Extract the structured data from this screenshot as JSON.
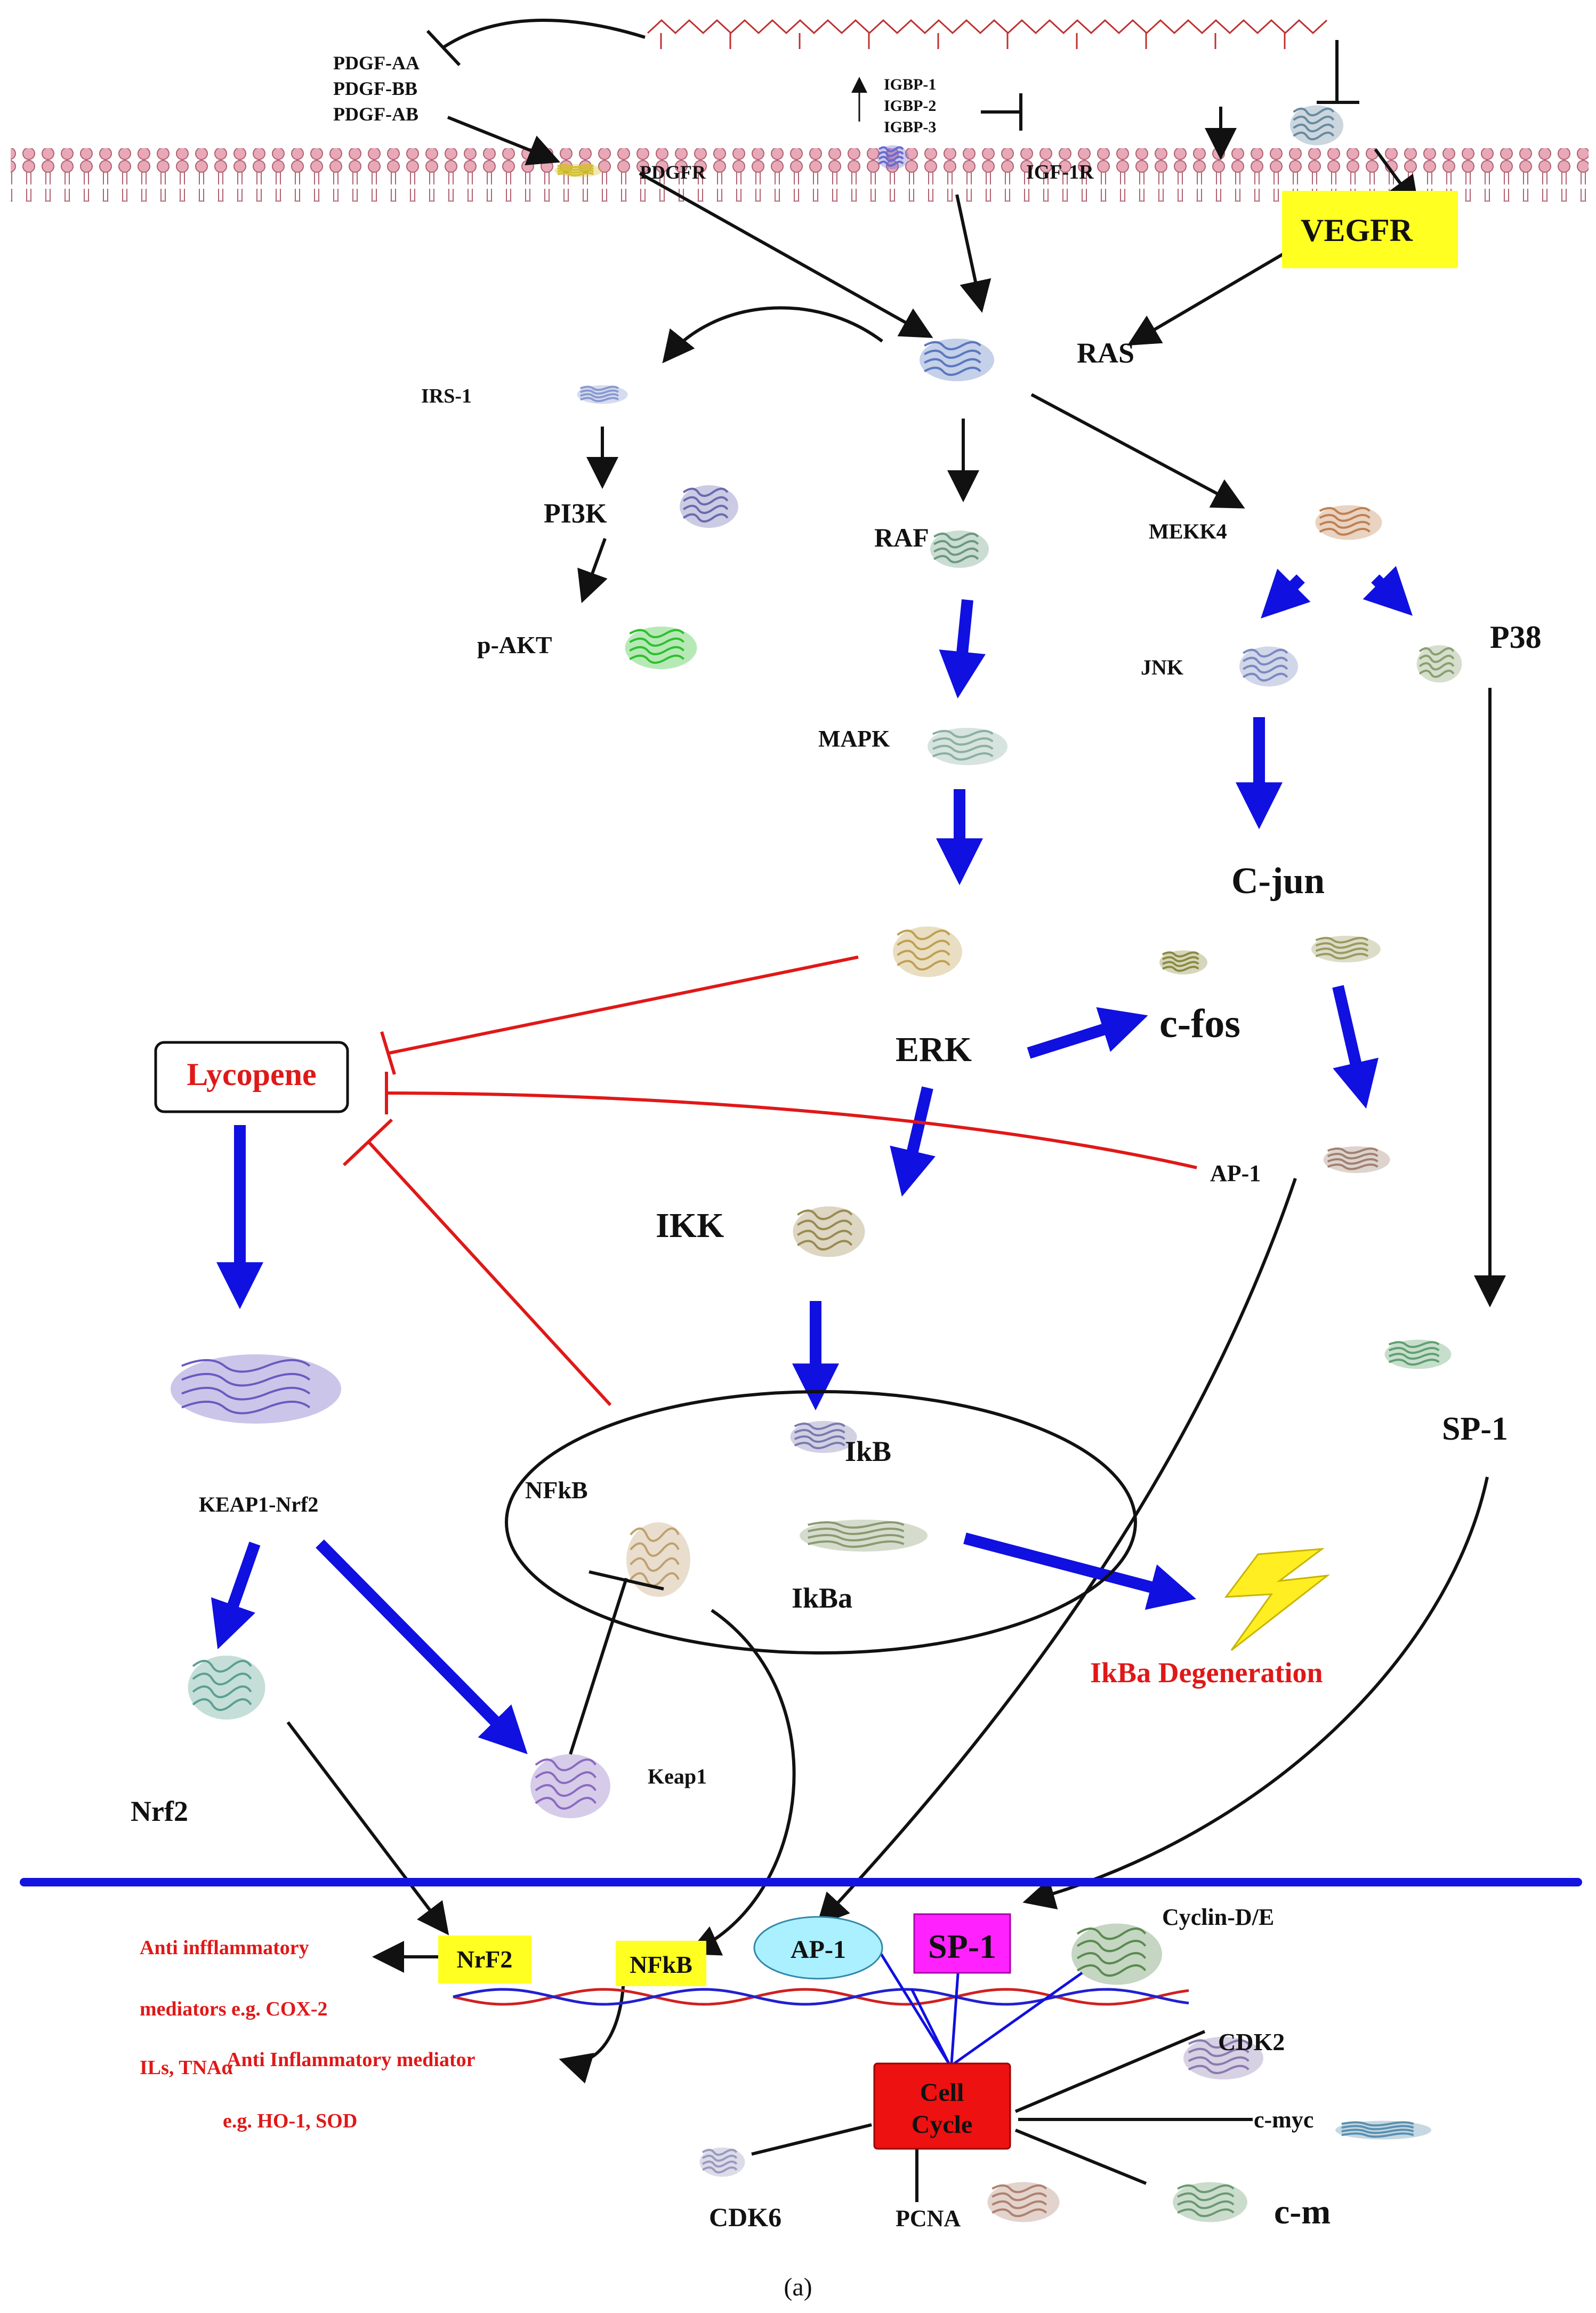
{
  "labels": {
    "pdgf_aa": "PDGF-AA",
    "pdgf_bb": "PDGF-BB",
    "pdgf_ab": "PDGF-AB",
    "pdgfr": "PDGFR",
    "igbp1": "IGBP-1",
    "igbp2": "IGBP-2",
    "igbp3": "IGBP-3",
    "igf1r": "IGF-1R",
    "vegfr": "VEGFR",
    "ras": "RAS",
    "irs1": "IRS-1",
    "pi3k": "PI3K",
    "pakt": "p-AKT",
    "raf": "RAF",
    "mekk4": "MEKK4",
    "jnk": "JNK",
    "p38": "P38",
    "mapk": "MAPK",
    "cjun": "C-jun",
    "cfos": "c-fos",
    "erk": "ERK",
    "lycopene": "Lycopene",
    "ap1": "AP-1",
    "ikk": "IKK",
    "sp1": "SP-1",
    "ikb": "IkB",
    "nfkb": "NFkB",
    "ikba": "IkBa",
    "keap1_nrf2": "KEAP1-Nrf2",
    "ikba_degeneration": "IkBa Degeneration",
    "nrf2": "Nrf2",
    "keap1": "Keap1",
    "nrf2_box": "NrF2",
    "nfkb_box": "NFkB",
    "ap1_ellipse": "AP-1",
    "sp1_box": "SP-1",
    "cyclin": "Cyclin-D/E",
    "anti_line1": "Anti infflammatory",
    "anti_line2": "mediators e.g. COX-2",
    "anti_line3a": "ILs, TNAα",
    "anti_line3b": "Anti Inflammatory mediator",
    "anti_line4": "e.g. HO-1, SOD",
    "cell_cycle_1": "Cell",
    "cell_cycle_2": "Cycle",
    "cdk2": "CDK2",
    "cmyc": "c-myc",
    "cdk6": "CDK6",
    "pcna": "PCNA",
    "cm": "c-m",
    "caption": "(a)"
  },
  "colors": {
    "blue_arrow": "#1010e0",
    "red_inhibit": "#e01818",
    "black": "#111111",
    "yellow_box": "#ffff22",
    "magenta_box": "#ff22ff",
    "cyan_ellipse": "#aaf0ff",
    "cell_cycle_box": "#ee1111",
    "membrane": "#e0a0b0",
    "nuclear_membrane": "#1414e0",
    "lightning": "#ffee22"
  },
  "icons": [
    "lycopene-chain-icon",
    "protein-structure-icon",
    "lightning-icon",
    "dna-strand-icon",
    "lipid-bilayer-icon"
  ]
}
